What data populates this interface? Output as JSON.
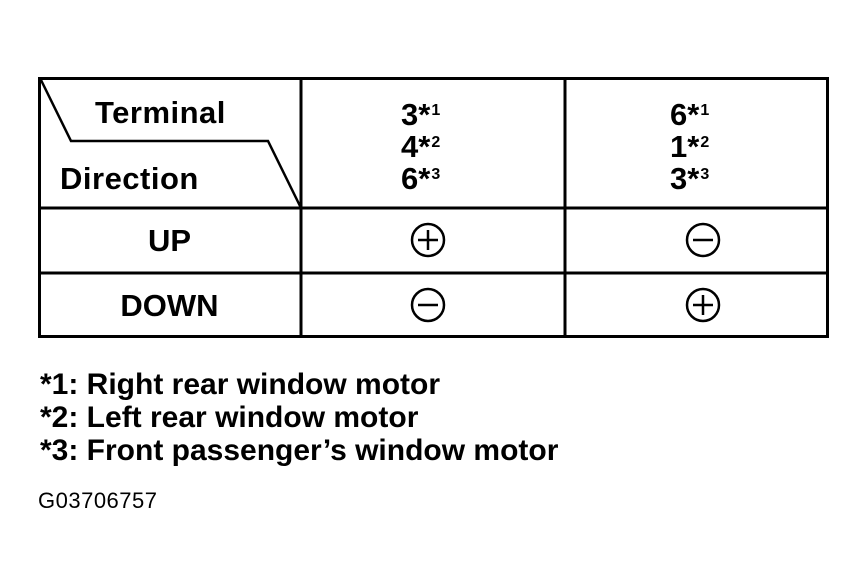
{
  "table": {
    "corner_header": {
      "terminal_label": "Terminal",
      "direction_label": "Direction"
    },
    "columns": [
      {
        "terminals": [
          {
            "num": "3",
            "mark": "*",
            "ref": "1"
          },
          {
            "num": "4",
            "mark": "*",
            "ref": "2"
          },
          {
            "num": "6",
            "mark": "*",
            "ref": "3"
          }
        ]
      },
      {
        "terminals": [
          {
            "num": "6",
            "mark": "*",
            "ref": "1"
          },
          {
            "num": "1",
            "mark": "*",
            "ref": "2"
          },
          {
            "num": "3",
            "mark": "*",
            "ref": "3"
          }
        ]
      }
    ],
    "rows": [
      {
        "direction": "UP",
        "polarity": [
          "plus",
          "minus"
        ]
      },
      {
        "direction": "DOWN",
        "polarity": [
          "minus",
          "plus"
        ]
      }
    ]
  },
  "notes": [
    "*1: Right rear window motor",
    "*2: Left rear window motor",
    "*3: Front passenger’s window motor"
  ],
  "figure_id": "G03706757"
}
